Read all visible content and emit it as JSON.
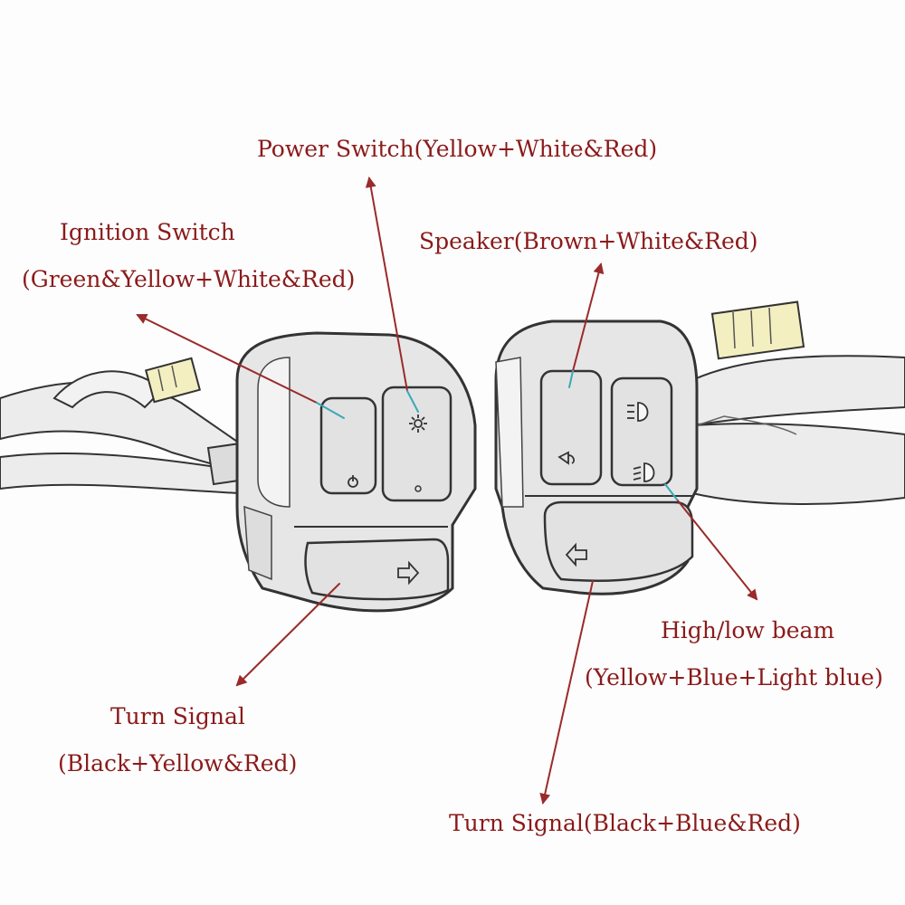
{
  "labels": {
    "power_switch": "Power Switch(Yellow+White&Red)",
    "ignition_title": "Ignition Switch",
    "ignition_wires": "(Green&Yellow+White&Red)",
    "speaker": "Speaker(Brown+White&Red)",
    "beam_title": "High/low beam",
    "beam_wires": "(Yellow+Blue+Light blue)",
    "turn_left_title": "Turn Signal",
    "turn_left_wires": "(Black+Yellow&Red)",
    "turn_right": "Turn Signal(Black+Blue&Red)"
  },
  "colors": {
    "label_text": "#8b1a1a",
    "arrow": "#9b2a2a",
    "arrow_tip": "#3aa8b8",
    "sketch_line": "#333333",
    "housing_fill": "#e6e6e6",
    "connector_fill": "#f4efc0"
  },
  "icons": [
    "power-icon",
    "light-icon",
    "horn-icon",
    "high-beam-icon",
    "low-beam-icon",
    "turn-right-arrow-icon",
    "turn-left-arrow-icon"
  ]
}
